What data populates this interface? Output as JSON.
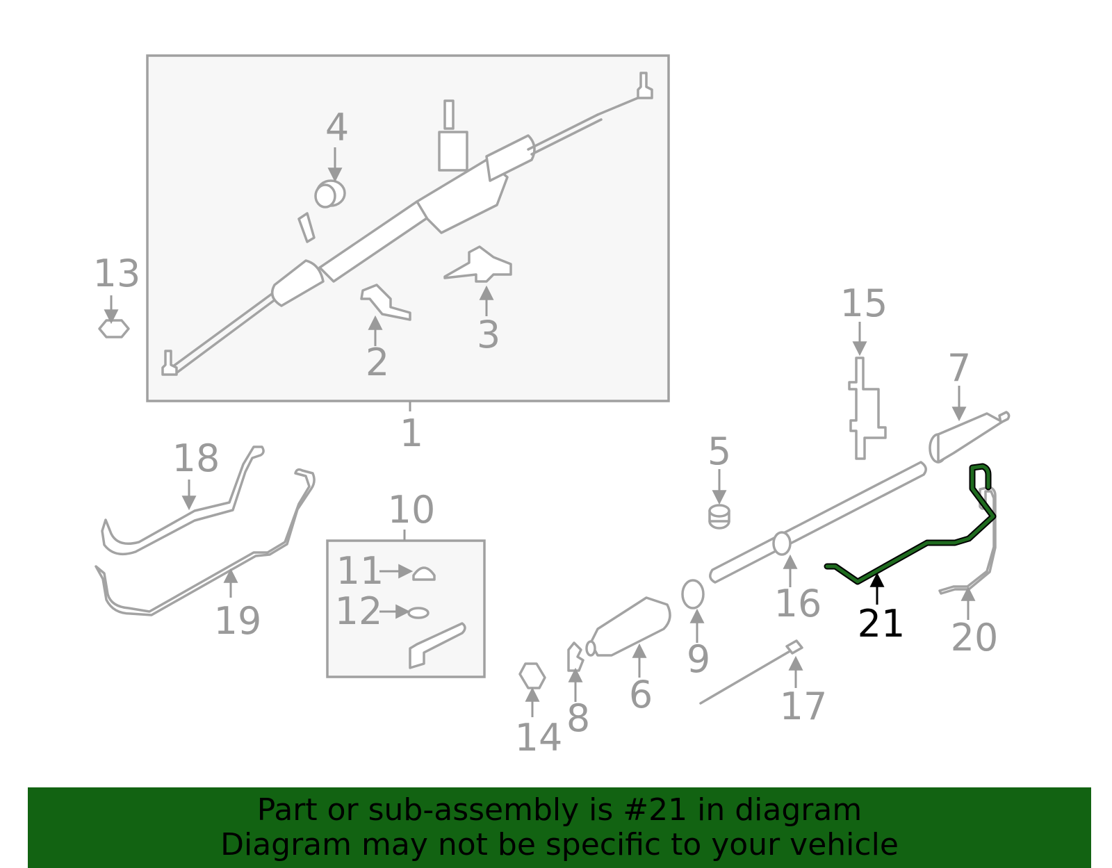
{
  "callouts": {
    "c1": "1",
    "c2": "2",
    "c3": "3",
    "c4": "4",
    "c5": "5",
    "c6": "6",
    "c7": "7",
    "c8": "8",
    "c9": "9",
    "c10": "10",
    "c11": "11",
    "c12": "12",
    "c13": "13",
    "c14": "14",
    "c15": "15",
    "c16": "16",
    "c17": "17",
    "c18": "18",
    "c19": "19",
    "c20": "20",
    "c21": "21"
  },
  "highlight": {
    "part_number": "21",
    "color": "#1f6b1f",
    "banner_color": "#126312"
  },
  "banner": {
    "line1": "Part or sub-assembly is #21 in diagram",
    "line2": "Diagram may not be specific to your vehicle"
  }
}
